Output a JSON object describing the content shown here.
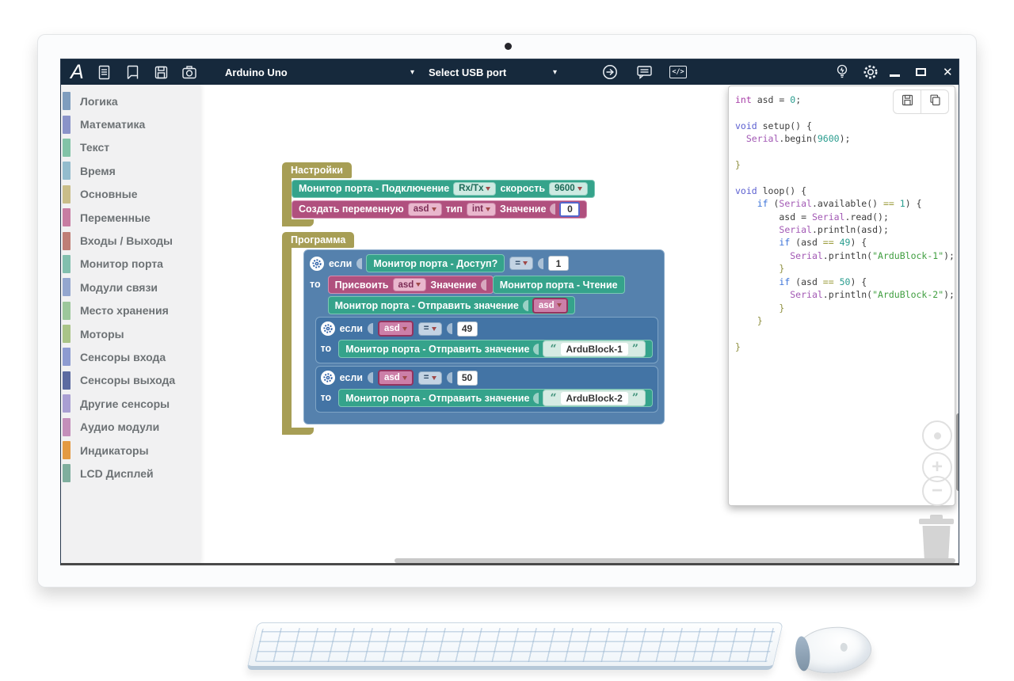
{
  "header": {
    "logo_text": "A",
    "board_dropdown": "Arduino Uno",
    "port_dropdown": "Select USB port",
    "dropdown_arrow": "▾",
    "code_icon_text": "</>",
    "close_glyph": "✕"
  },
  "sidebar": {
    "items": [
      {
        "label": "Логика",
        "color": "#7F9DBE"
      },
      {
        "label": "Математика",
        "color": "#8A93C9"
      },
      {
        "label": "Текст",
        "color": "#82C3A7"
      },
      {
        "label": "Время",
        "color": "#93BCCD"
      },
      {
        "label": "Основные",
        "color": "#C9BD89"
      },
      {
        "label": "Переменные",
        "color": "#C77DA2"
      },
      {
        "label": "Входы / Выходы",
        "color": "#BF7E76"
      },
      {
        "label": "Монитор порта",
        "color": "#82BFAE"
      },
      {
        "label": "Модули связи",
        "color": "#93A6CF"
      },
      {
        "label": "Место хранения",
        "color": "#9CC79B"
      },
      {
        "label": "Моторы",
        "color": "#A9C488"
      },
      {
        "label": "Сенсоры входа",
        "color": "#8D9BD1"
      },
      {
        "label": "Сенсоры выхода",
        "color": "#5C6BA1"
      },
      {
        "label": "Другие сенсоры",
        "color": "#A99FD3"
      },
      {
        "label": "Аудио модули",
        "color": "#C48FBA"
      },
      {
        "label": "Индикаторы",
        "color": "#E39A43"
      },
      {
        "label": "LCD Дисплей",
        "color": "#7FAE9E"
      }
    ]
  },
  "workspace": {
    "settings_hat": "Настройки",
    "program_hat": "Программа",
    "serial_connect": {
      "text1": "Монитор порта - Подключение",
      "mode": "Rx/Tx",
      "text2": "скорость",
      "baud": "9600"
    },
    "create_variable": {
      "text1": "Создать переменную",
      "name": "asd",
      "text2": "тип",
      "type": "int",
      "text3": "Значение",
      "value": "0"
    },
    "if_main": {
      "kw": "если",
      "then": "то",
      "cond": "Монитор порта - Доступ?",
      "op": "=",
      "value": "1"
    },
    "assign": {
      "text1": "Присвоить",
      "name": "asd",
      "text2": "Значение",
      "source": "Монитор порта - Чтение"
    },
    "send_var": {
      "text": "Монитор порта - Отправить значение",
      "name": "asd"
    },
    "if49": {
      "kw": "если",
      "then": "то",
      "name": "asd",
      "op": "=",
      "value": "49",
      "send": "Монитор порта - Отправить значение",
      "string": "ArduBlock-1",
      "open_quote": "“",
      "close_quote": "”"
    },
    "if50": {
      "kw": "если",
      "then": "то",
      "name": "asd",
      "op": "=",
      "value": "50",
      "send": "Монитор порта - Отправить значение",
      "string": "ArduBlock-2",
      "open_quote": "“",
      "close_quote": "”"
    }
  },
  "code": {
    "lines": [
      [
        [
          "kI",
          "int"
        ],
        [
          "P",
          " asd = "
        ],
        [
          "N",
          "0"
        ],
        [
          "P",
          ";"
        ]
      ],
      [],
      [
        [
          "kV",
          "void"
        ],
        [
          "P",
          " setup() {"
        ]
      ],
      [
        [
          "P",
          "  "
        ],
        [
          "S",
          "Serial"
        ],
        [
          "P",
          ".begin("
        ],
        [
          "N",
          "9600"
        ],
        [
          "P",
          ");"
        ]
      ],
      [],
      [
        [
          "BR",
          "}"
        ]
      ],
      [],
      [
        [
          "kV",
          "void"
        ],
        [
          "P",
          " loop() {"
        ]
      ],
      [
        [
          "P",
          "    "
        ],
        [
          "kF",
          "if"
        ],
        [
          "P",
          " ("
        ],
        [
          "S",
          "Serial"
        ],
        [
          "P",
          ".available() "
        ],
        [
          "OP",
          "=="
        ],
        [
          "P",
          " "
        ],
        [
          "N",
          "1"
        ],
        [
          "P",
          ") {"
        ]
      ],
      [
        [
          "P",
          "        asd = "
        ],
        [
          "S",
          "Serial"
        ],
        [
          "P",
          ".read();"
        ]
      ],
      [
        [
          "P",
          "        "
        ],
        [
          "S",
          "Serial"
        ],
        [
          "P",
          ".println(asd);"
        ]
      ],
      [
        [
          "P",
          "        "
        ],
        [
          "kF",
          "if"
        ],
        [
          "P",
          " (asd "
        ],
        [
          "OP",
          "=="
        ],
        [
          "P",
          " "
        ],
        [
          "N",
          "49"
        ],
        [
          "P",
          ") {"
        ]
      ],
      [
        [
          "P",
          "          "
        ],
        [
          "S",
          "Serial"
        ],
        [
          "P",
          ".println("
        ],
        [
          "ST",
          "\"ArduBlock-1\""
        ],
        [
          "P",
          ");"
        ]
      ],
      [
        [
          "P",
          "        "
        ],
        [
          "BR",
          "}"
        ]
      ],
      [
        [
          "P",
          "        "
        ],
        [
          "kF",
          "if"
        ],
        [
          "P",
          " (asd "
        ],
        [
          "OP",
          "=="
        ],
        [
          "P",
          " "
        ],
        [
          "N",
          "50"
        ],
        [
          "P",
          ") {"
        ]
      ],
      [
        [
          "P",
          "          "
        ],
        [
          "S",
          "Serial"
        ],
        [
          "P",
          ".println("
        ],
        [
          "ST",
          "\"ArduBlock-2\""
        ],
        [
          "P",
          ");"
        ]
      ],
      [
        [
          "P",
          "        "
        ],
        [
          "BR",
          "}"
        ]
      ],
      [
        [
          "P",
          "    "
        ],
        [
          "BR",
          "}"
        ]
      ],
      [],
      [
        [
          "BR",
          "}"
        ]
      ]
    ]
  },
  "colors": {
    "header_bg": "#16293C",
    "hat_block": "#A79E55",
    "teal_block": "#35A38B",
    "pink_block": "#B0507E",
    "blue_block": "#5581AD",
    "inner_blue_block": "#4374A5"
  }
}
